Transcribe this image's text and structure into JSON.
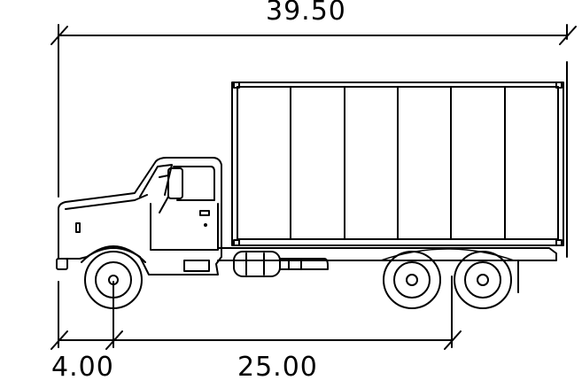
{
  "drawing": {
    "subject": "box truck side elevation",
    "dimensions": {
      "overall_length": "39.50",
      "front_overhang": "4.00",
      "wheelbase": "25.00"
    },
    "line_color": "#000000",
    "background": "#ffffff"
  }
}
